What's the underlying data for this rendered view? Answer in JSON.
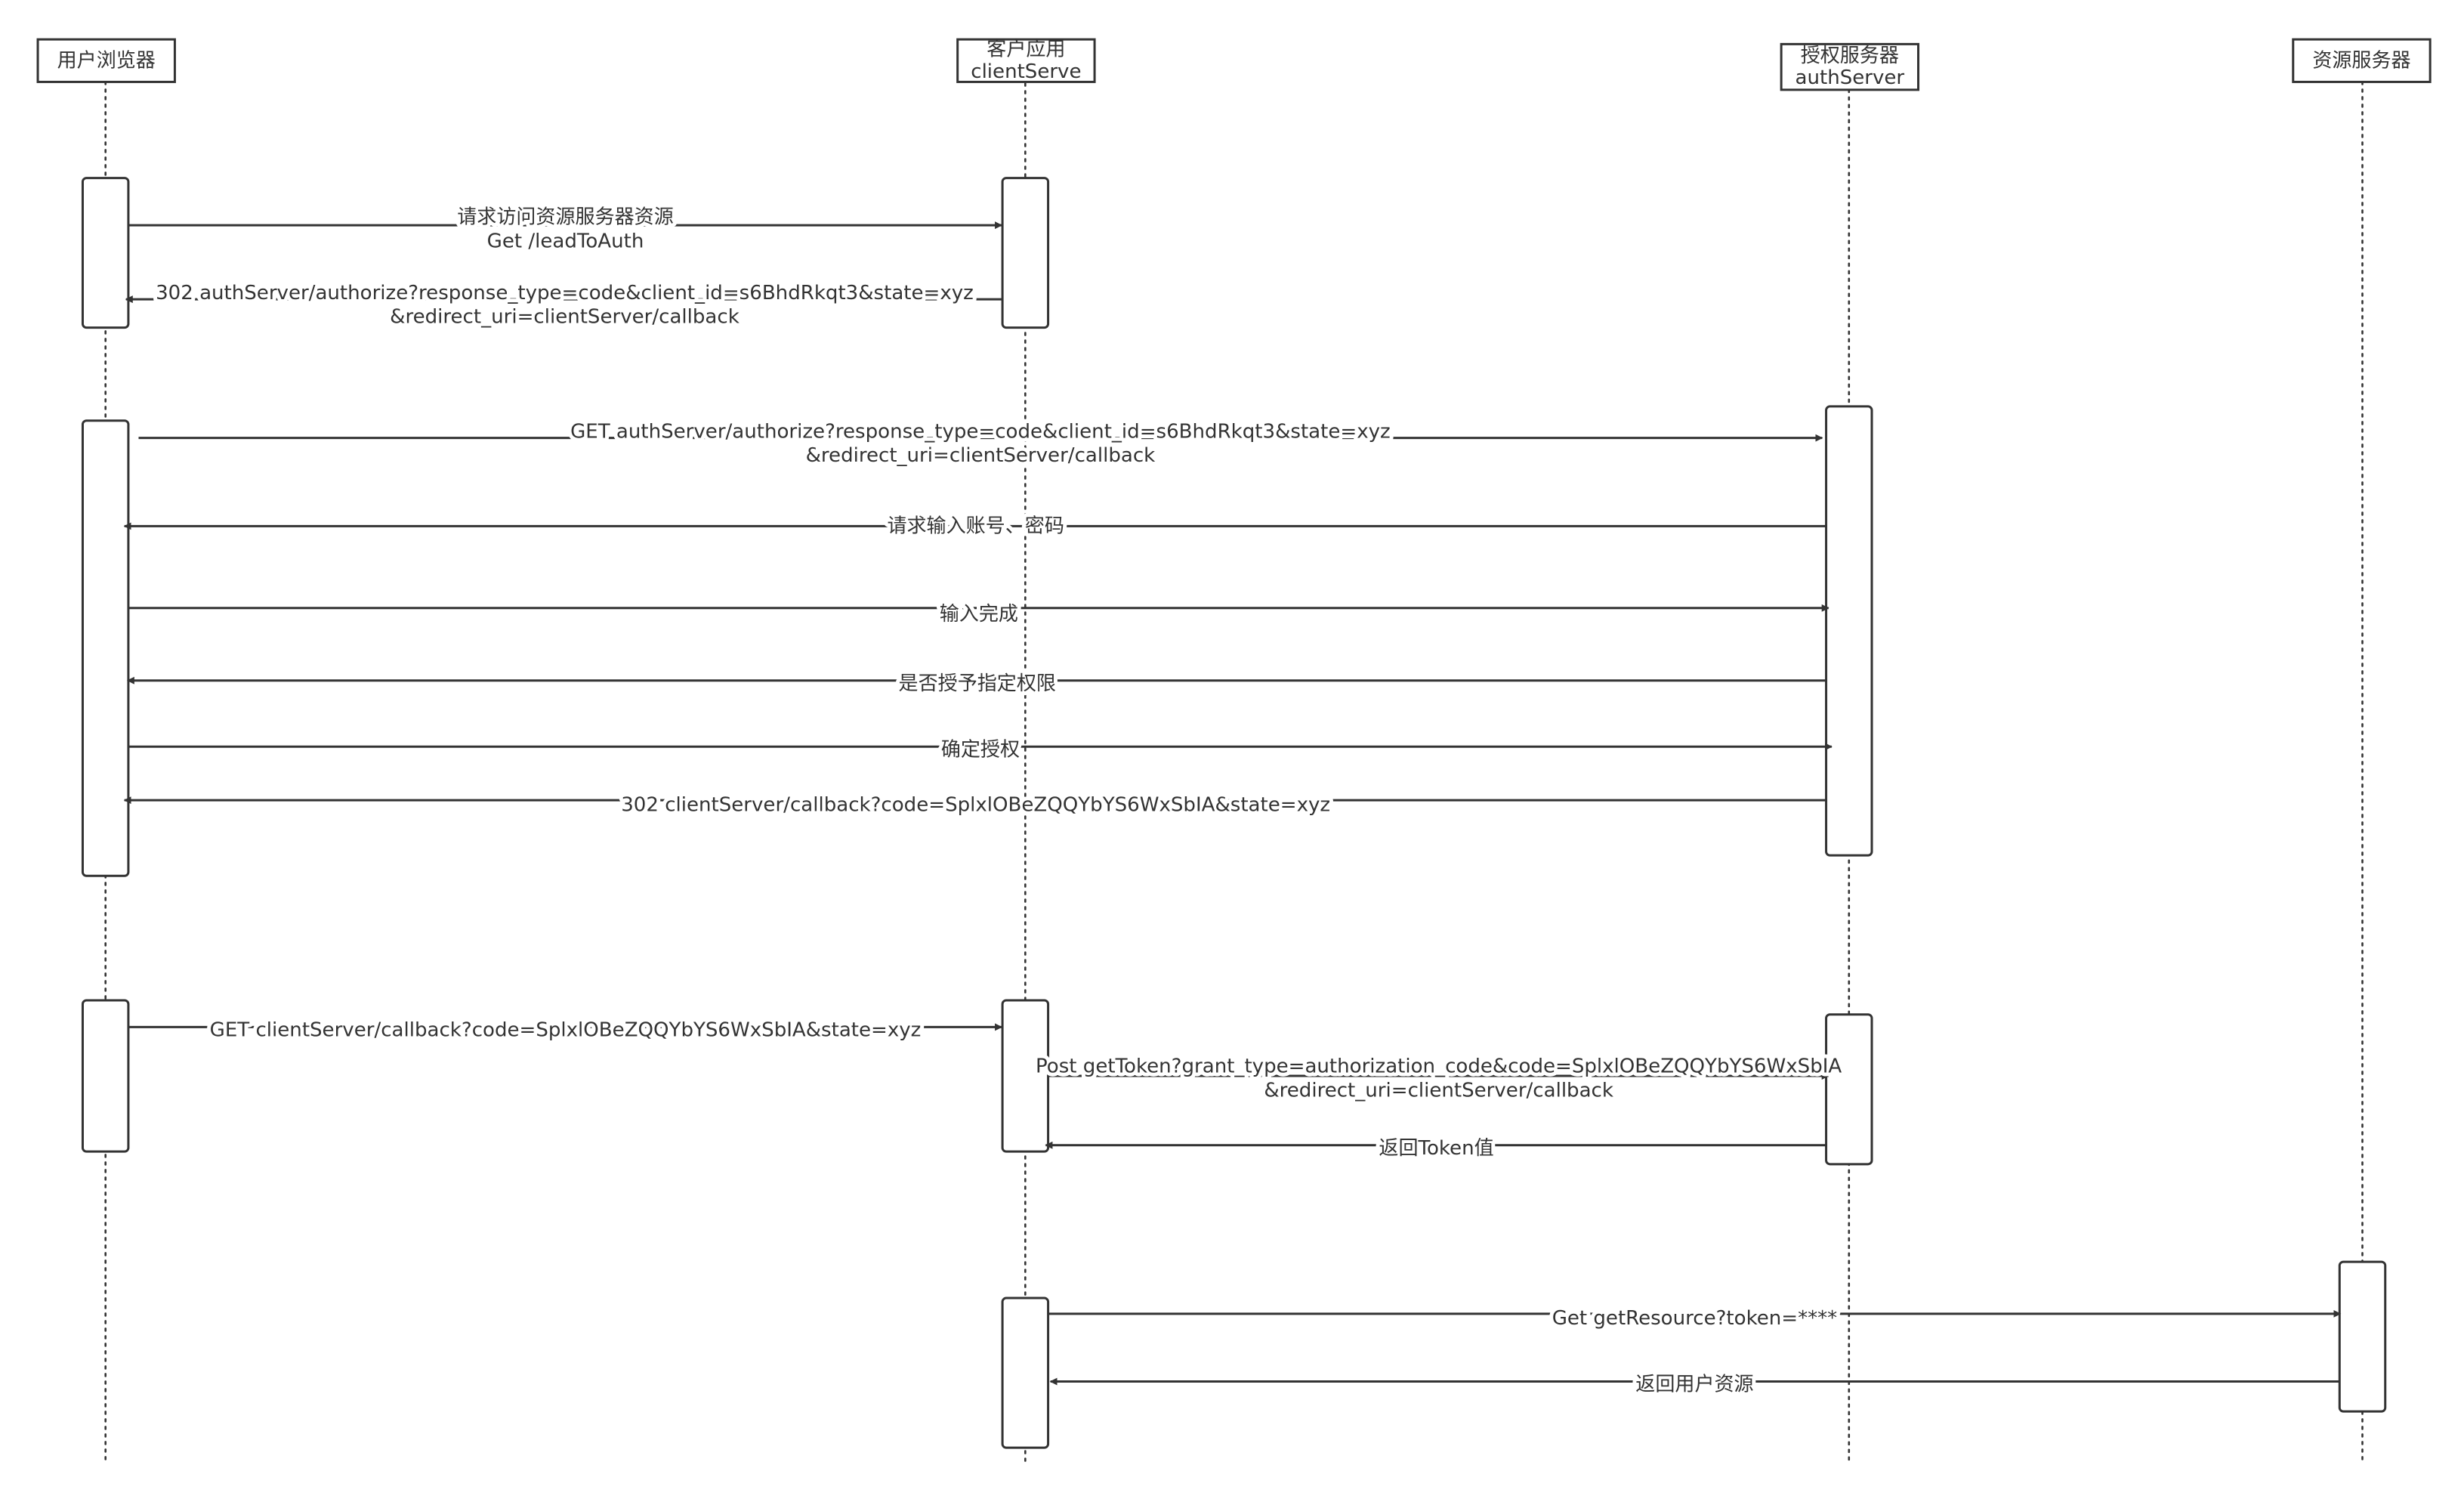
{
  "participants": [
    {
      "id": "browser",
      "lines": [
        "用户浏览器"
      ]
    },
    {
      "id": "client",
      "lines": [
        "客户应用",
        "clientServe"
      ]
    },
    {
      "id": "auth",
      "lines": [
        "授权服务器",
        "authServer"
      ]
    },
    {
      "id": "resource",
      "lines": [
        "资源服务器"
      ]
    }
  ],
  "messages": [
    {
      "from": "browser",
      "to": "client",
      "lines": [
        "请求访问资源服务器资源",
        "Get /leadToAuth"
      ]
    },
    {
      "from": "client",
      "to": "browser",
      "lines": [
        "302 authServer/authorize?response_type=code&client_id=s6BhdRkqt3&state=xyz",
        "&redirect_uri=clientServer/callback"
      ]
    },
    {
      "from": "browser",
      "to": "auth",
      "lines": [
        "GET authServer/authorize?response_type=code&client_id=s6BhdRkqt3&state=xyz",
        "&redirect_uri=clientServer/callback"
      ]
    },
    {
      "from": "auth",
      "to": "browser",
      "lines": [
        "请求输入账号、密码"
      ]
    },
    {
      "from": "browser",
      "to": "auth",
      "lines": [
        "输入完成"
      ]
    },
    {
      "from": "auth",
      "to": "browser",
      "lines": [
        "是否授予指定权限"
      ]
    },
    {
      "from": "browser",
      "to": "auth",
      "lines": [
        "确定授权"
      ]
    },
    {
      "from": "auth",
      "to": "browser",
      "lines": [
        "302 clientServer/callback?code=SplxlOBeZQQYbYS6WxSbIA&state=xyz"
      ]
    },
    {
      "from": "browser",
      "to": "client",
      "lines": [
        "GET clientServer/callback?code=SplxlOBeZQQYbYS6WxSbIA&state=xyz"
      ]
    },
    {
      "from": "client",
      "to": "auth",
      "lines": [
        "Post getToken?grant_type=authorization_code&code=SplxlOBeZQQYbYS6WxSbIA",
        "&redirect_uri=clientServer/callback"
      ]
    },
    {
      "from": "auth",
      "to": "client",
      "lines": [
        "返回Token值"
      ]
    },
    {
      "from": "client",
      "to": "resource",
      "lines": [
        "Get getResource?token=****"
      ]
    },
    {
      "from": "resource",
      "to": "client",
      "lines": [
        "返回用户资源"
      ]
    }
  ],
  "colors": {
    "line": "#333333",
    "text": "#333333",
    "background": "#ffffff"
  }
}
